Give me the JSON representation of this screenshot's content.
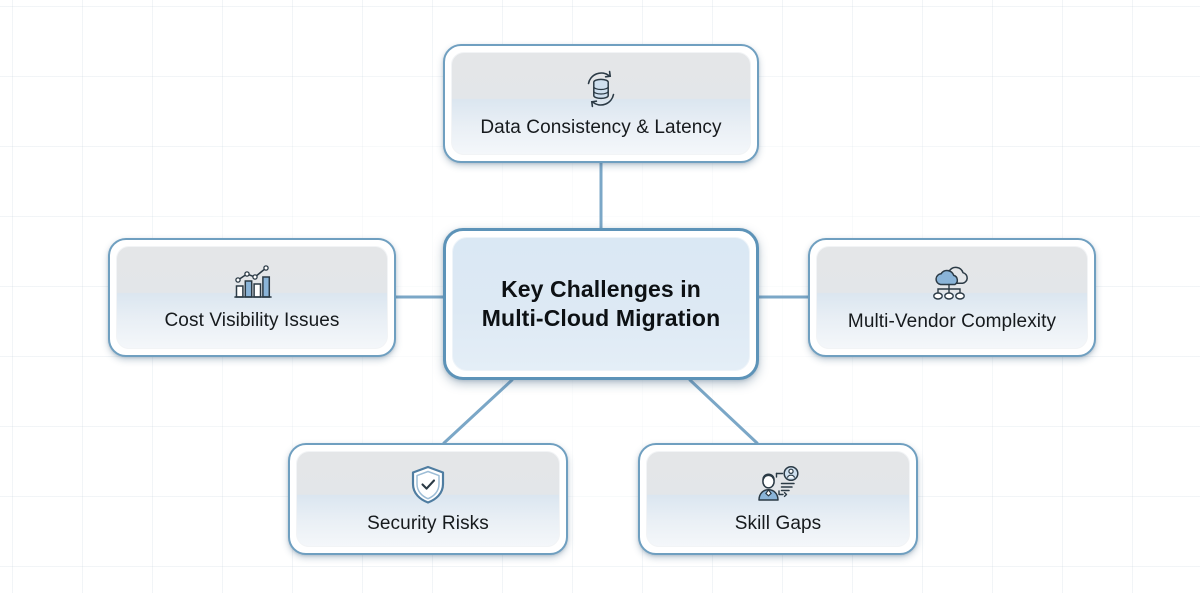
{
  "diagram": {
    "type": "mind-map",
    "center": {
      "title_line1": "Key Challenges in",
      "title_line2": "Multi-Cloud Migration",
      "fill": "#dae8f4",
      "border": "#5d93b8"
    },
    "connector_color": "#7ba7c7",
    "background": "#ffffff",
    "grid_color": "#96afc3",
    "nodes": [
      {
        "id": "data-consistency-latency",
        "label": "Data Consistency & Latency",
        "icon": "database-sync-icon",
        "position": "top"
      },
      {
        "id": "cost-visibility-issues",
        "label": "Cost Visibility Issues",
        "icon": "bar-chart-trend-icon",
        "position": "left"
      },
      {
        "id": "multi-vendor-complexity",
        "label": "Multi-Vendor Complexity",
        "icon": "cloud-network-icon",
        "position": "right"
      },
      {
        "id": "security-risks",
        "label": "Security Risks",
        "icon": "shield-check-icon",
        "position": "bottom-left"
      },
      {
        "id": "skill-gaps",
        "label": "Skill Gaps",
        "icon": "user-profile-icon",
        "position": "bottom-right"
      }
    ]
  }
}
